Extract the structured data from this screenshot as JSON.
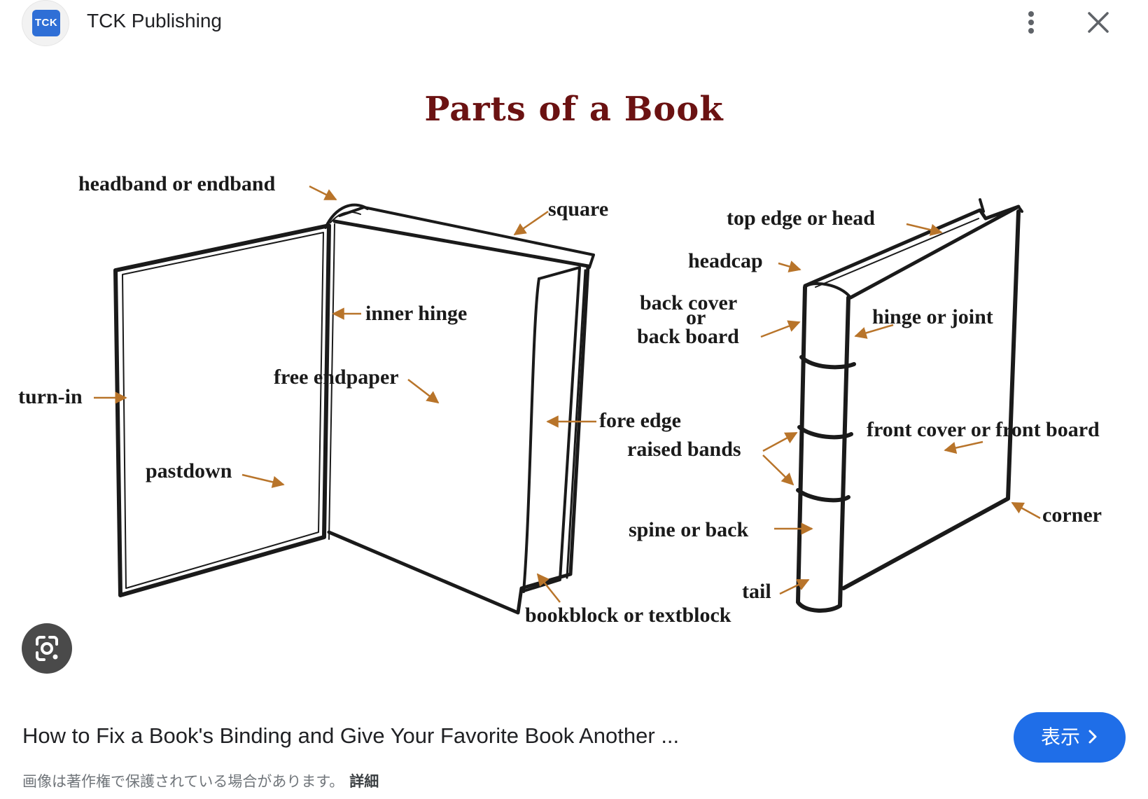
{
  "header": {
    "logo_text": "TCK",
    "site_name": "TCK Publishing"
  },
  "icons": {
    "more": "more-vertical-icon",
    "close": "close-icon",
    "lens": "google-lens-icon",
    "view_chevron": "chevron-right-icon"
  },
  "diagram": {
    "title": "Parts of a Book",
    "labels": {
      "headband": "headband or endband",
      "square": "square",
      "top_edge": "top edge or head",
      "headcap": "headcap",
      "inner_hinge": "inner hinge",
      "back_cover_1": "back cover",
      "back_cover_2": "or",
      "back_cover_3": "back board",
      "hinge_joint": "hinge or joint",
      "turn_in": "turn-in",
      "free_endpaper": "free endpaper",
      "fore_edge": "fore edge",
      "front_cover": "front cover or front board",
      "raised_bands": "raised bands",
      "pastdown": "pastdown",
      "corner": "corner",
      "spine": "spine or back",
      "tail": "tail",
      "bookblock": "bookblock or textblock"
    },
    "colors": {
      "title": "#6b1212",
      "arrow": "#b8742a",
      "ink": "#1a1a1a"
    }
  },
  "result": {
    "title": "How to Fix a Book's Binding and Give Your Favorite Book Another ...",
    "view_label": "表示",
    "copyright_text": "画像は著作権で保護されている場合があります。",
    "details_label": "詳細"
  },
  "colors": {
    "view_button": "#1f6ee8",
    "logo_bg": "#2f6fd6"
  }
}
